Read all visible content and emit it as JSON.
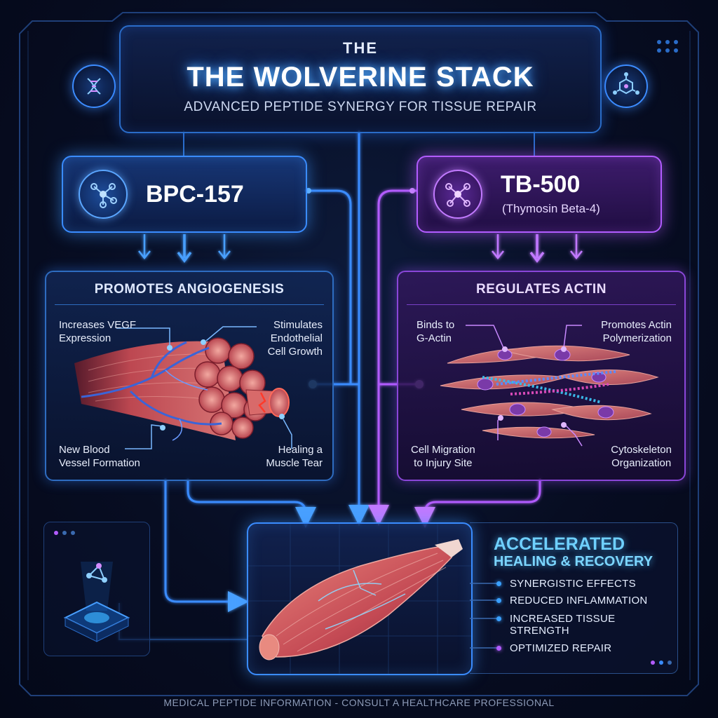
{
  "header": {
    "eyebrow": "THE",
    "title": "THE WOLVERINE STACK",
    "subtitle": "ADVANCED PEPTIDE SYNERGY FOR TISSUE REPAIR",
    "left_icon": "dna-icon",
    "right_icon": "molecule-icon"
  },
  "peptides": [
    {
      "name": "BPC-157",
      "alias": "",
      "icon": "molecule-icon",
      "accent": "#3a8cff"
    },
    {
      "name": "TB-500",
      "alias": "(Thymosin Beta-4)",
      "icon": "molecule-icon",
      "accent": "#b25cff"
    }
  ],
  "panels": [
    {
      "title": "PROMOTES ANGIOGENESIS",
      "labels": {
        "top_left": [
          "Increases VEGF",
          "Expression"
        ],
        "top_right": [
          "Stimulates",
          "Endothelial",
          "Cell Growth"
        ],
        "bottom_left": [
          "New Blood",
          "Vessel Formation"
        ],
        "bottom_right": [
          "Healing a",
          "Muscle Tear"
        ]
      }
    },
    {
      "title": "REGULATES ACTIN",
      "labels": {
        "top_left": [
          "Binds to",
          "G-Actin"
        ],
        "top_right": [
          "Promotes Actin",
          "Polymerization"
        ],
        "bottom_left": [
          "Cell Migration",
          "to Injury Site"
        ],
        "bottom_right": [
          "Cytoskeleton",
          "Organization"
        ]
      }
    }
  ],
  "result": {
    "title_line1": "ACCELERATED",
    "title_line2": "HEALING & RECOVERY",
    "items": [
      {
        "lines": [
          "SYNERGISTIC EFFECTS"
        ],
        "color": "#3aa0ff"
      },
      {
        "lines": [
          "REDUCED INFLAMMATION"
        ],
        "color": "#3aa0ff"
      },
      {
        "lines": [
          "INCREASED TISSUE",
          "STRENGTH"
        ],
        "color": "#3aa0ff"
      },
      {
        "lines": [
          "OPTIMIZED REPAIR"
        ],
        "color": "#b25cff"
      }
    ]
  },
  "footer": "MEDICAL PEPTIDE INFORMATION - CONSULT A HEALTHCARE PROFESSIONAL",
  "colors": {
    "blue": "#3a8cff",
    "purple": "#b25cff",
    "cyan": "#6fd0ff"
  }
}
